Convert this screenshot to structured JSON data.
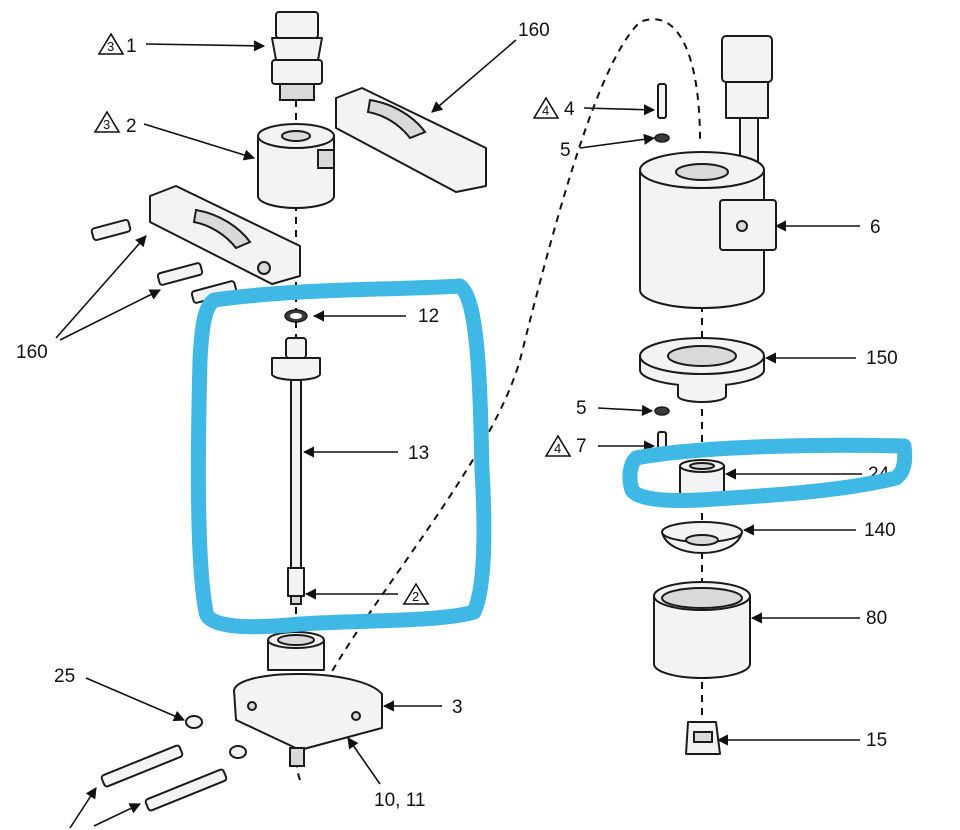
{
  "labels": {
    "l1": "1",
    "l2": "2",
    "l3": "3",
    "l4": "4",
    "l5a": "5",
    "l5b": "5",
    "l6": "6",
    "l7": "7",
    "l10_11": "10, 11",
    "l12": "12",
    "l13": "13",
    "l15": "15",
    "l24": "24",
    "l25": "25",
    "l80": "80",
    "l140": "140",
    "l150": "150",
    "l160a": "160",
    "l160b": "160"
  },
  "notes": {
    "n3a": "3",
    "n3b": "3",
    "n4a": "4",
    "n4b": "4",
    "n2": "2"
  },
  "colors": {
    "highlight": "#3fb8e6",
    "line": "#111111"
  }
}
